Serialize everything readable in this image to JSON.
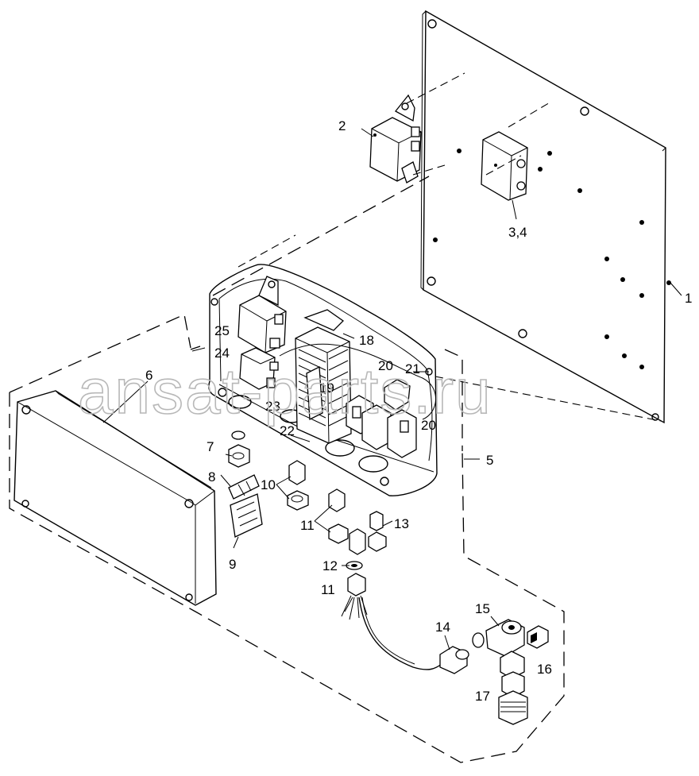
{
  "watermark": "ansat-parts.ru",
  "callouts": {
    "c1": "1",
    "c2": "2",
    "c34": "3,4",
    "c5": "5",
    "c6": "6",
    "c7": "7",
    "c8": "8",
    "c9": "9",
    "c10": "10",
    "c11a": "11",
    "c11b": "11",
    "c12": "12",
    "c13": "13",
    "c14": "14",
    "c15": "15",
    "c16": "16",
    "c17": "17",
    "c18": "18",
    "c19": "19",
    "c20a": "20",
    "c20b": "20",
    "c21": "21",
    "c22": "22",
    "c23": "23",
    "c24": "24",
    "c25": "25"
  }
}
